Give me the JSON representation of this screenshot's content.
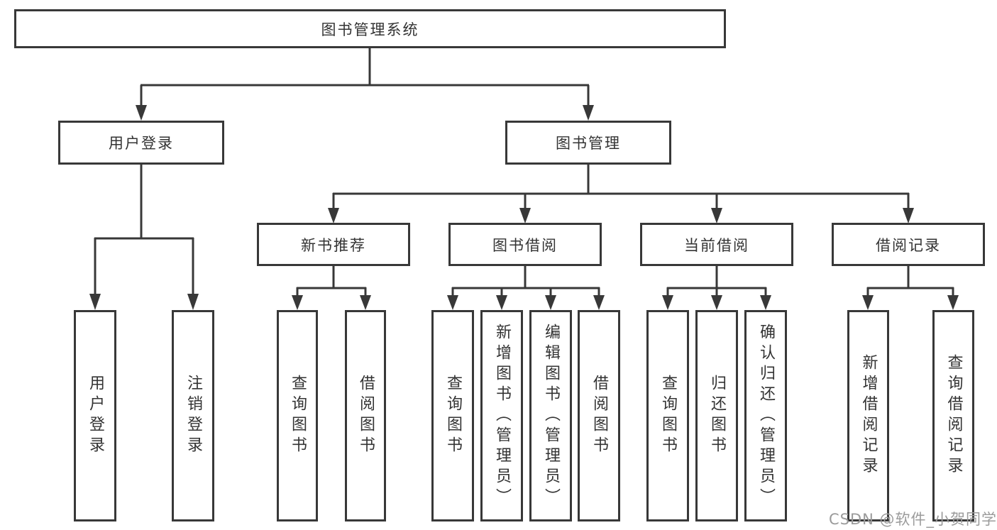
{
  "diagram": {
    "title": "图书管理系统",
    "root": {
      "label": "图书管理系统"
    },
    "branches": [
      {
        "label": "用户登录",
        "children": [
          {
            "label": "用户登录"
          },
          {
            "label": "注销登录"
          }
        ]
      },
      {
        "label": "图书管理",
        "children": [
          {
            "label": "新书推荐",
            "children": [
              {
                "label": "查询图书"
              },
              {
                "label": "借阅图书"
              }
            ]
          },
          {
            "label": "图书借阅",
            "children": [
              {
                "label": "查询图书"
              },
              {
                "label": "新增图书（管理员）"
              },
              {
                "label": "编辑图书（管理员）"
              },
              {
                "label": "借阅图书"
              }
            ]
          },
          {
            "label": "当前借阅",
            "children": [
              {
                "label": "查询图书"
              },
              {
                "label": "归还图书"
              },
              {
                "label": "确认归还（管理员）"
              }
            ]
          },
          {
            "label": "借阅记录",
            "children": [
              {
                "label": "新增借阅记录"
              },
              {
                "label": "查询借阅记录"
              }
            ]
          }
        ]
      }
    ],
    "line_color": "#383838",
    "text_color": "#333333"
  },
  "watermark": {
    "text": "CSDN @软件_小贺同学",
    "color": "#9b9b9b"
  }
}
